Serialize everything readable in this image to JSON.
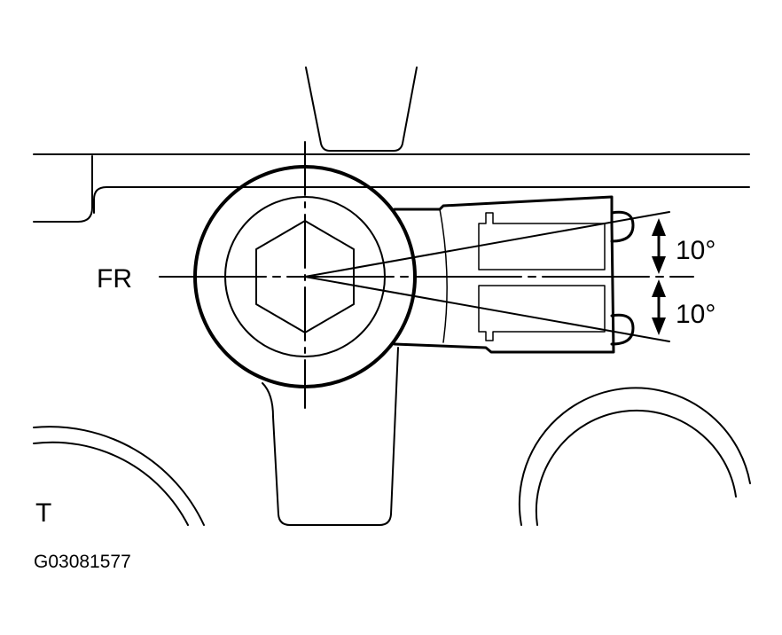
{
  "labels": {
    "direction": "FR",
    "angle_upper": "10°",
    "angle_lower": "10°",
    "view_marker": "T",
    "figure_code": "G03081577"
  },
  "angles": {
    "upper_deg": 10,
    "lower_deg": 10
  },
  "colors": {
    "line": "#000000",
    "background": "#ffffff"
  }
}
